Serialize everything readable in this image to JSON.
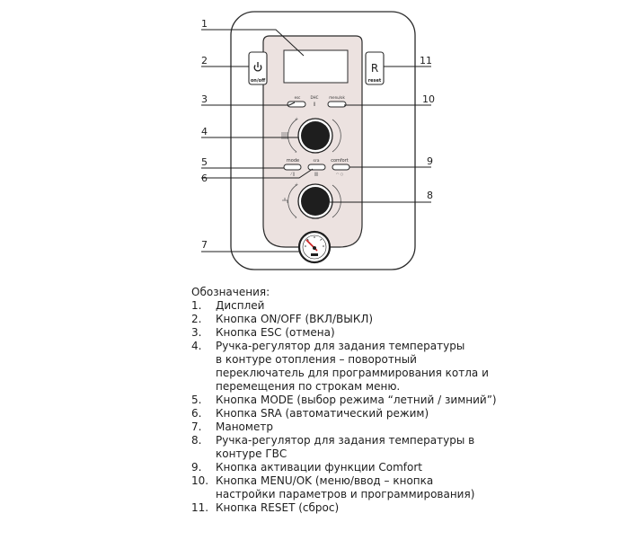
{
  "callouts": [
    "1",
    "2",
    "3",
    "4",
    "5",
    "6",
    "7",
    "8",
    "9",
    "10",
    "11"
  ],
  "device": {
    "onoff_label": "on/off",
    "reset_letter": "R",
    "reset_label": "reset",
    "esc_label": "esc",
    "dhw_label": "DHC",
    "menu_label": "menu/ok",
    "mode_label": "mode",
    "sra_label": "sra",
    "comfort_label": "comfort"
  },
  "legend": {
    "title": "Обозначения:",
    "items": [
      {
        "num": "1.",
        "text": "Дисплей"
      },
      {
        "num": "2.",
        "text": "Кнопка ON/OFF (ВКЛ/ВЫКЛ)"
      },
      {
        "num": "3.",
        "text": "Кнопка ESC (отмена)"
      },
      {
        "num": "4.",
        "text": "Ручка-регулятор для задания температуры\nв контуре отопления – поворотный\nпереключатель для программирования котла и\nперемещения по строкам меню."
      },
      {
        "num": "5.",
        "text": "Кнопка MODE (выбор режима “летний / зимний”)"
      },
      {
        "num": "6.",
        "text": "Кнопка SRA (автоматический режим)"
      },
      {
        "num": "7.",
        "text": "Манометр"
      },
      {
        "num": "8.",
        "text": "Ручка-регулятор для задания температуры в\nконтуре ГВС"
      },
      {
        "num": "9.",
        "text": "Кнопка активации функции Comfort"
      },
      {
        "num": "10.",
        "text": "Кнопка MENU/OK (меню/ввод – кнопка\nнастройки параметров и программирования)"
      },
      {
        "num": "11.",
        "text": "Кнопка RESET (сброс)"
      }
    ]
  }
}
